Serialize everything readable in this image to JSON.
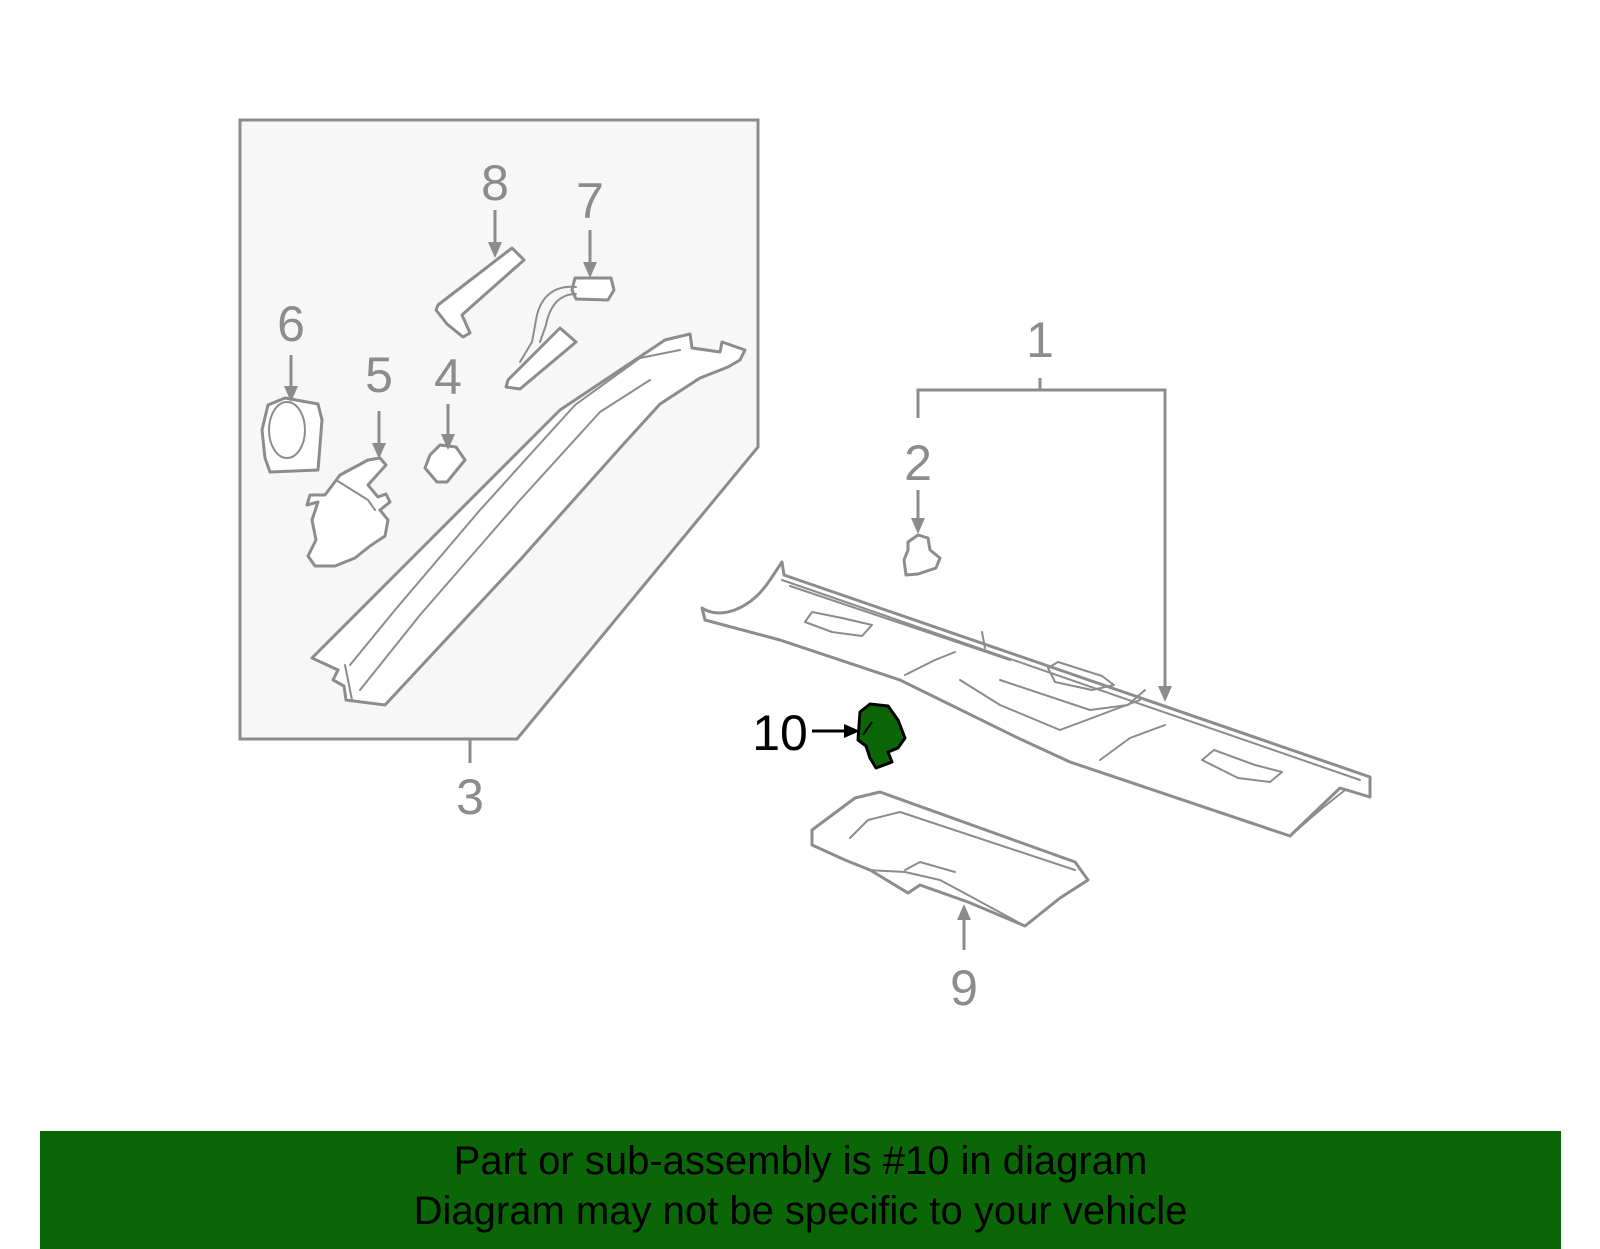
{
  "callouts": {
    "c1": "1",
    "c2": "2",
    "c3": "3",
    "c4": "4",
    "c5": "5",
    "c6": "6",
    "c7": "7",
    "c8": "8",
    "c9": "9",
    "c10": "10"
  },
  "highlight": {
    "part_number": "10",
    "color": "#0b6608"
  },
  "banner": {
    "line1": "Part or sub-assembly is #10 in diagram",
    "line2": "Diagram may not be specific to your vehicle",
    "background": "#0b6608"
  }
}
